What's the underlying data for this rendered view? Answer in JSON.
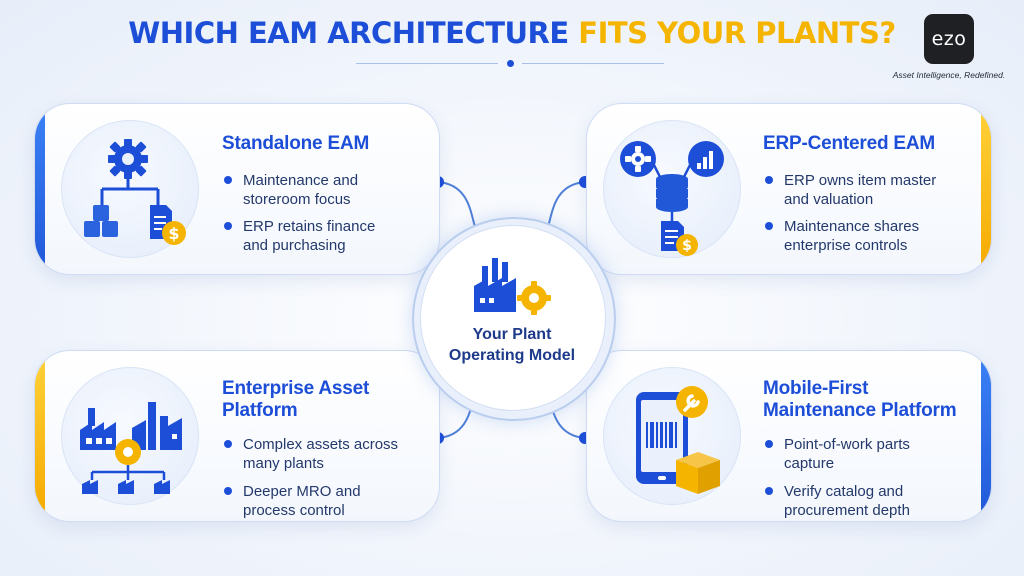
{
  "header": {
    "title_part1": "WHICH EAM ARCHITECTURE",
    "title_part2": "FITS YOUR PLANTS?"
  },
  "brand": {
    "logo_text": "ezo",
    "tagline": "Asset Intelligence, Redefined."
  },
  "center": {
    "line1": "Your Plant",
    "line2": "Operating Model"
  },
  "cards": [
    {
      "title_lines": [
        "Standalone EAM"
      ],
      "bullets": [
        [
          "Maintenance and",
          "storeroom focus"
        ],
        [
          "ERP retains finance",
          "and purchasing"
        ]
      ]
    },
    {
      "title_lines": [
        "ERP-Centered EAM"
      ],
      "bullets": [
        [
          "ERP owns item master",
          "and valuation"
        ],
        [
          "Maintenance shares",
          "enterprise controls"
        ]
      ]
    },
    {
      "title_lines": [
        "Enterprise Asset",
        "Platform"
      ],
      "bullets": [
        [
          "Complex assets across",
          "many plants"
        ],
        [
          "Deeper MRO and",
          "process control"
        ]
      ]
    },
    {
      "title_lines": [
        "Mobile-First",
        "Maintenance Platform"
      ],
      "bullets": [
        [
          "Point-of-work parts",
          "capture"
        ],
        [
          "Verify catalog and",
          "procurement depth"
        ]
      ]
    }
  ],
  "colors": {
    "primary_blue": "#1d4ed8",
    "accent_yellow": "#f5b400",
    "navy_text": "#1e3a8a"
  }
}
